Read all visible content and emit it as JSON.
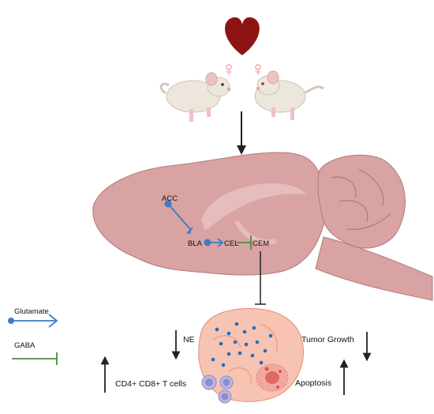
{
  "labels": {
    "acc": "ACC",
    "bla": "BLA",
    "cel": "CEL",
    "cem": "CEM",
    "ne": "NE",
    "t_cells": "CD4+ CD8+ T cells",
    "tumor_growth": "Tumor Growth",
    "apoptosis": "Apoptosis"
  },
  "legend": {
    "glutamate": "Glutamate",
    "gaba": "GABA"
  },
  "symbols": {
    "female_left": "♀",
    "female_right": "♀"
  },
  "colors": {
    "heart": "#8e1414",
    "female_symbol": "#e98a96",
    "brain": "#d9a3a3",
    "brain_outline": "#b27a7a",
    "glutamate": "#3d7cc9",
    "gaba": "#4f8a3a",
    "tumor": "#f7c3b3",
    "arrow": "#222222"
  }
}
